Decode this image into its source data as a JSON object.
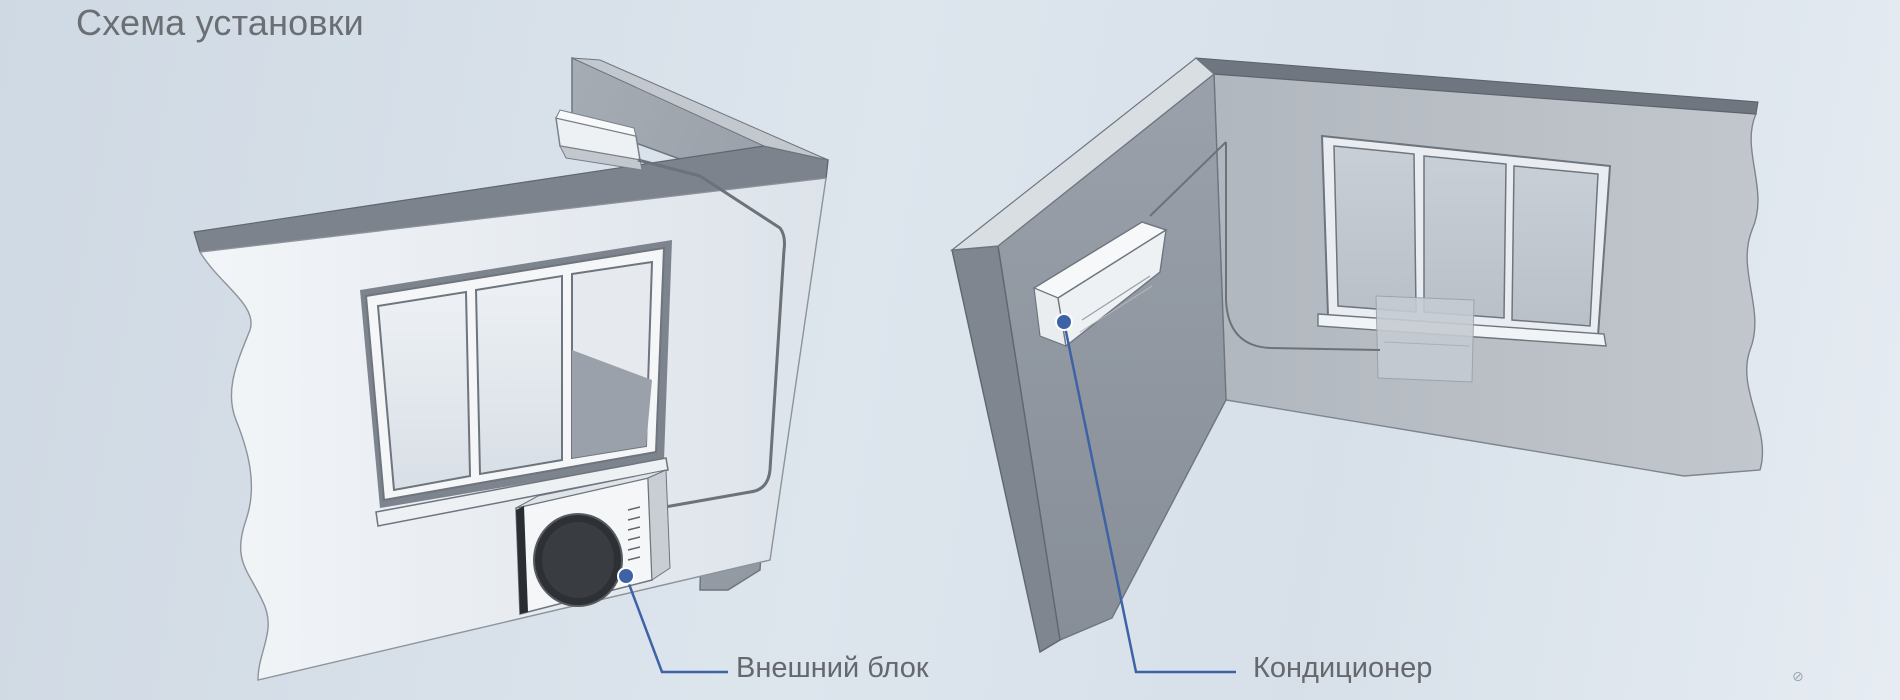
{
  "title": "Схема установки",
  "labels": {
    "outdoor_unit": "Внешний блок",
    "indoor_unit": "Кондиционер"
  },
  "colors": {
    "callout_line": "#3d62a6",
    "callout_dot": "#3d62a6",
    "text": "#65696e"
  },
  "icons": {
    "corner_mark": "⊘"
  }
}
